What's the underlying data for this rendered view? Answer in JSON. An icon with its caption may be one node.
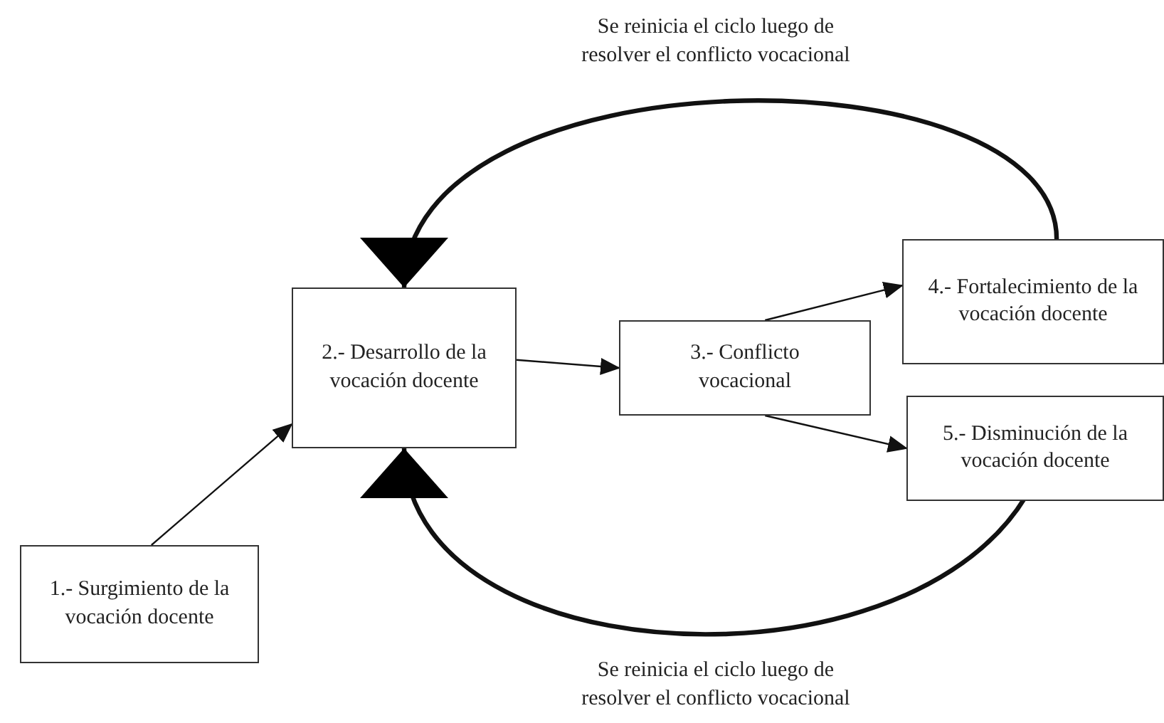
{
  "diagram": {
    "nodes": [
      {
        "text": [
          "1.- Surgimiento de la vocación docente"
        ]
      },
      {
        "text": [
          "2.- Desarrollo de la vocación docente"
        ]
      },
      {
        "text": [
          "3.- Conflicto vocacional"
        ]
      },
      {
        "text": [
          "4.- Fortalecimiento de la vocación docente"
        ]
      },
      {
        "text": [
          "5.- Disminución de la vocación docente"
        ]
      }
    ],
    "edges": [
      {
        "from": 0,
        "to": 1,
        "arrow": "to"
      },
      {
        "from": 1,
        "to": 2,
        "arrow": "to"
      },
      {
        "from": 2,
        "to": 3,
        "arrow": "to"
      },
      {
        "from": 2,
        "to": 4,
        "arrow": "to"
      },
      {
        "from": 3,
        "to": 1,
        "arrow": "to",
        "label": "Se reinicia el ciclo luego de resolver el conflicto vocacional",
        "style": "thick"
      },
      {
        "from": 4,
        "to": 1,
        "arrow": "to",
        "label": "Se reinicia el ciclo luego de resolver el conflicto vocacional",
        "style": "thick"
      }
    ]
  }
}
